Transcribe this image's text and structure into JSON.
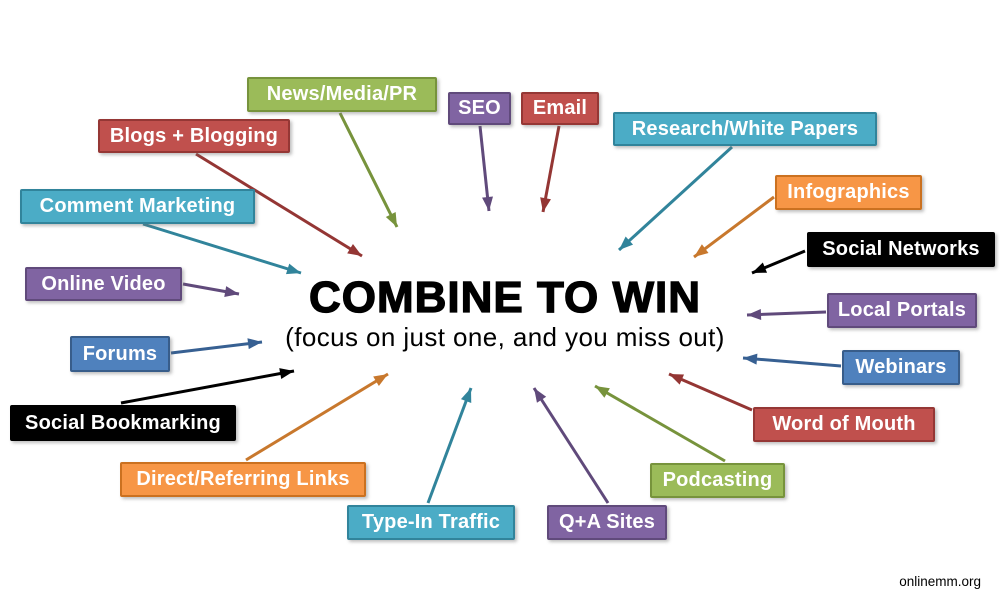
{
  "center": {
    "title": "COMBINE TO WIN",
    "subtitle": "(focus on just one, and you miss out)"
  },
  "watermark": "onlinemm.org",
  "palette": {
    "green": {
      "fill": "#9bbb59",
      "border": "#77933c",
      "arrow": "#77933c"
    },
    "red": {
      "fill": "#c0504d",
      "border": "#953735",
      "arrow": "#943634"
    },
    "teal": {
      "fill": "#4bacc6",
      "border": "#31849b",
      "arrow": "#31849b"
    },
    "purple": {
      "fill": "#8064a2",
      "border": "#604a7b",
      "arrow": "#604a7b"
    },
    "blue": {
      "fill": "#4f81bd",
      "border": "#385d8a",
      "arrow": "#376092"
    },
    "orange": {
      "fill": "#f79646",
      "border": "#cb7120",
      "arrow": "#c8782d"
    },
    "black": {
      "fill": "#000000",
      "border": "#000000",
      "arrow": "#000000"
    }
  },
  "nodes": [
    {
      "id": "news-media-pr",
      "label": "News/Media/PR",
      "color": "green"
    },
    {
      "id": "blogs-blogging",
      "label": "Blogs + Blogging",
      "color": "red"
    },
    {
      "id": "comment-marketing",
      "label": "Comment Marketing",
      "color": "teal"
    },
    {
      "id": "online-video",
      "label": "Online Video",
      "color": "purple"
    },
    {
      "id": "forums",
      "label": "Forums",
      "color": "blue"
    },
    {
      "id": "social-bookmarking",
      "label": "Social Bookmarking",
      "color": "black"
    },
    {
      "id": "direct-referring-links",
      "label": "Direct/Referring Links",
      "color": "orange"
    },
    {
      "id": "type-in-traffic",
      "label": "Type-In Traffic",
      "color": "teal"
    },
    {
      "id": "seo",
      "label": "SEO",
      "color": "purple"
    },
    {
      "id": "email",
      "label": "Email",
      "color": "red"
    },
    {
      "id": "research-white-papers",
      "label": "Research/White Papers",
      "color": "teal"
    },
    {
      "id": "infographics",
      "label": "Infographics",
      "color": "orange"
    },
    {
      "id": "social-networks",
      "label": "Social Networks",
      "color": "black"
    },
    {
      "id": "local-portals",
      "label": "Local Portals",
      "color": "purple"
    },
    {
      "id": "webinars",
      "label": "Webinars",
      "color": "blue"
    },
    {
      "id": "word-of-mouth",
      "label": "Word of Mouth",
      "color": "red"
    },
    {
      "id": "podcasting",
      "label": "Podcasting",
      "color": "green"
    },
    {
      "id": "qa-sites",
      "label": "Q+A Sites",
      "color": "purple"
    }
  ]
}
